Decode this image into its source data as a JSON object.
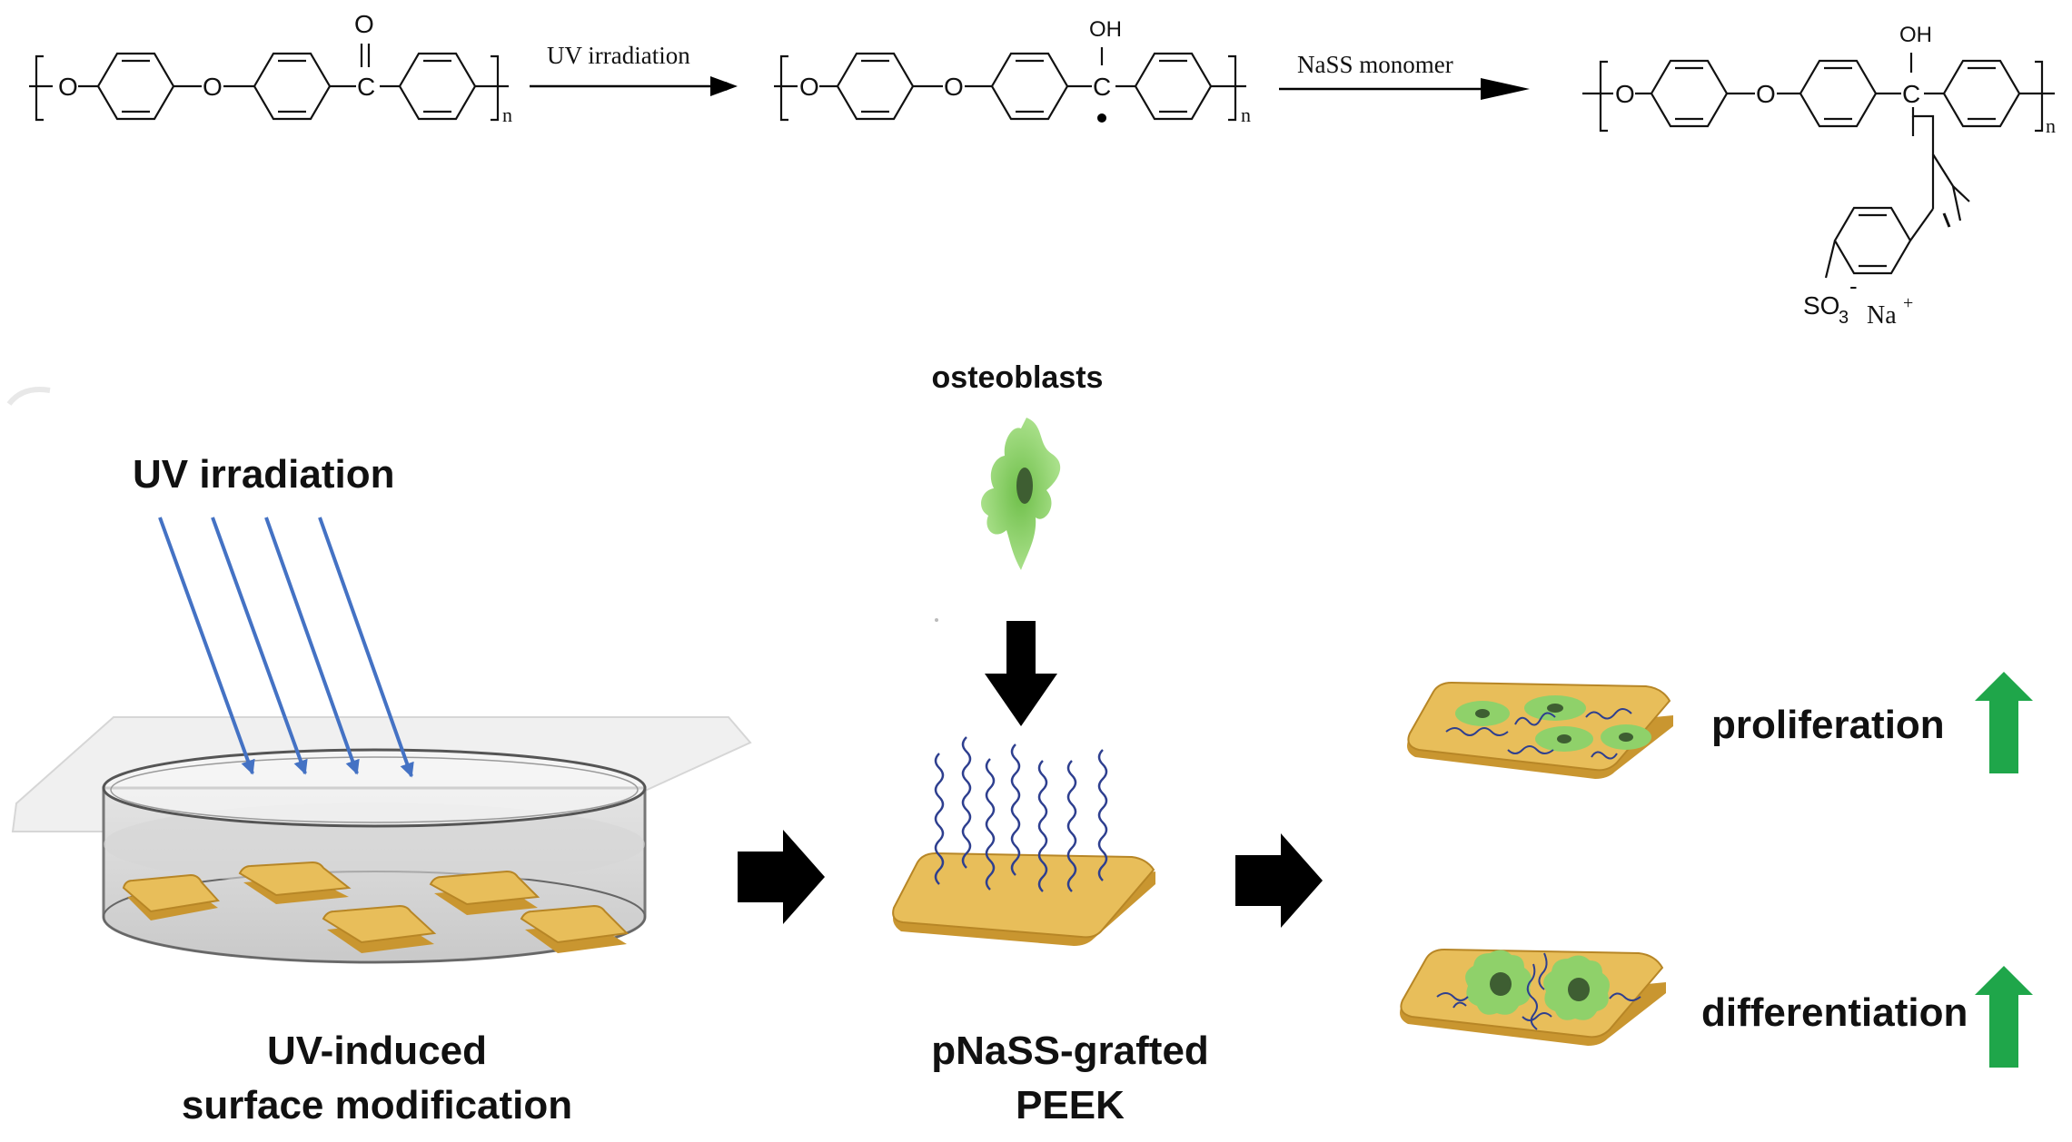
{
  "reaction": {
    "step1_label": "UV irradiation",
    "step2_label": "NaSS monomer",
    "atom_O": "O",
    "atom_C": "C",
    "atom_OH": "OH",
    "subscript_n": "n",
    "sulfonate_SO": "SO",
    "sulfonate_sub": "3",
    "sulfonate_charge": "-",
    "counterion": "Na",
    "counterion_charge": "+"
  },
  "process": {
    "uv_label": "UV irradiation",
    "osteoblasts_label": "osteoblasts",
    "step1_caption_line1": "UV-induced",
    "step1_caption_line2": "surface modification",
    "step2_caption_line1": "pNaSS-grafted",
    "step2_caption_line2": "PEEK",
    "outcome1": "proliferation",
    "outcome2": "differentiation"
  },
  "colors": {
    "sample_gold": "#E8BE5A",
    "uv_ray_blue": "#4472C4",
    "cell_green": "#8FD16A",
    "up_arrow_green": "#1FA64A",
    "polymer_chain": "#2E3F8F",
    "process_arrow": "#000000"
  },
  "icons": {
    "uv_rays": "uv-rays-icon",
    "petri_dish": "petri-dish-icon",
    "cell": "osteoblast-cell-icon",
    "up_arrow": "increase-arrow-icon"
  }
}
